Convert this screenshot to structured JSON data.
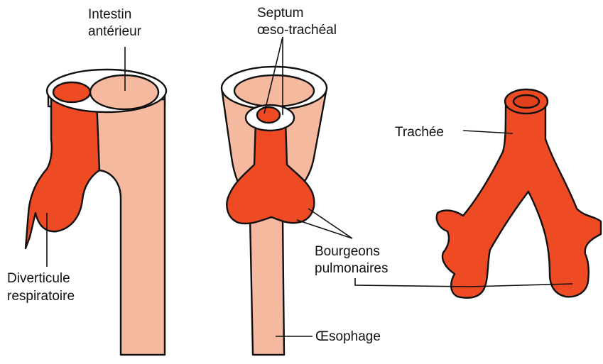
{
  "colors": {
    "respiratory": "#ee4a24",
    "digestive": "#f5b9a0",
    "digestive_dark": "#ee9f80",
    "outline": "#111111",
    "background": "#ffffff"
  },
  "labels": {
    "intestin_line1": "Intestin",
    "intestin_line2": "antérieur",
    "septum_line1": "Septum",
    "septum_line2": "œso-trachéal",
    "trachee": "Trachée",
    "bourgeons_line1": "Bourgeons",
    "bourgeons_line2": "pulmonaires",
    "diverticule_line1": "Diverticule",
    "diverticule_line2": "respiratoire",
    "oesophage": "Œsophage"
  }
}
